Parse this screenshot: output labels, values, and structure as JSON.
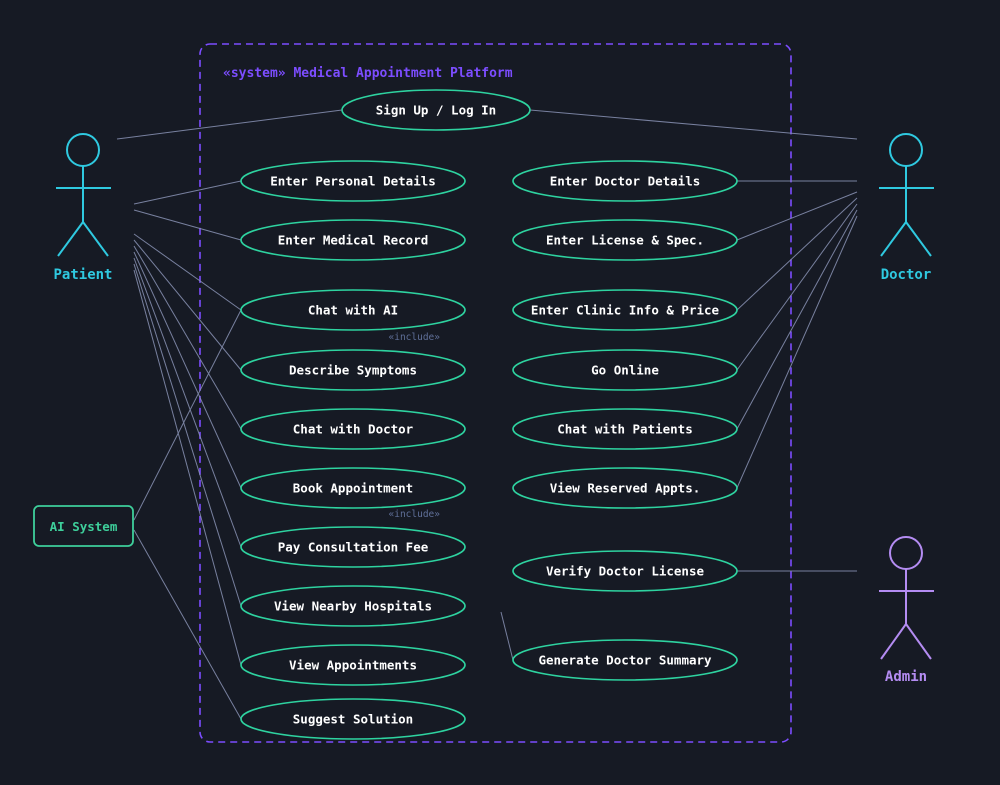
{
  "system": {
    "title": "«system» Medical Appointment Platform"
  },
  "actors": {
    "patient": "Patient",
    "doctor": "Doctor",
    "admin": "Admin",
    "ai_system": "AI System"
  },
  "use_cases": {
    "sign_up": "Sign Up / Log In",
    "personal_details": "Enter Personal Details",
    "medical_record": "Enter Medical Record",
    "chat_ai": "Chat with AI",
    "describe_symptoms": "Describe Symptoms",
    "chat_doctor": "Chat with Doctor",
    "book_appointment": "Book Appointment",
    "pay_fee": "Pay Consultation Fee",
    "nearby_hospitals": "View Nearby Hospitals",
    "view_appointments": "View Appointments",
    "suggest_solution": "Suggest Solution",
    "doctor_details": "Enter Doctor Details",
    "license_spec": "Enter License & Spec.",
    "clinic_info": "Enter Clinic Info & Price",
    "go_online": "Go Online",
    "chat_patients": "Chat with Patients",
    "reserved_appts": "View Reserved Appts.",
    "verify_license": "Verify Doctor License",
    "doctor_summary": "Generate Doctor Summary"
  },
  "relations": {
    "include_1": "«include»",
    "include_2": "«include»"
  },
  "colors": {
    "background": "#161a24",
    "system_border": "#7c4dff",
    "use_case_stroke": "#2ed3a0",
    "actor_cyan": "#2fc9e0",
    "actor_admin": "#b48cf2",
    "ai_system": "#3ecf9b",
    "association_line": "#8a93b5"
  }
}
